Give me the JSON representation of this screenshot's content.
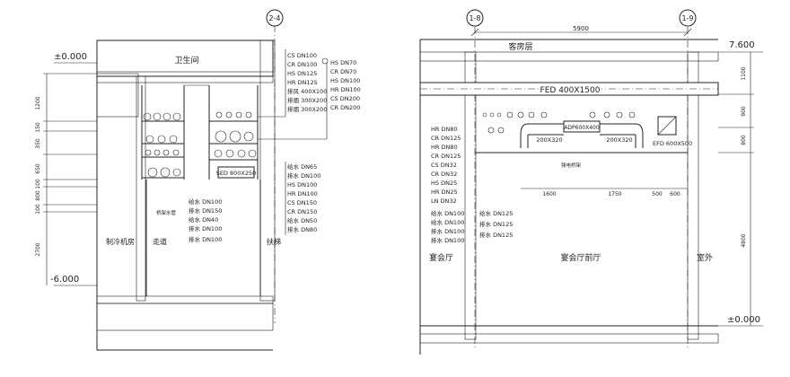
{
  "left_section": {
    "grid_label": "2-4",
    "room_labels": {
      "toilet": "卫生间",
      "refrigeration_room": "制冷机房",
      "corridor": "走道",
      "stair": "扶梯"
    },
    "elevations": {
      "top": "±0.000",
      "bottom": "-6.000"
    },
    "dimensions": [
      "1200",
      "150",
      "350",
      "650",
      "100",
      "800",
      "100",
      "2700"
    ],
    "top_pipe_tags": [
      "CS DN100",
      "CR DN100",
      "HS DN125",
      "HR DN125",
      "排风 400X100",
      "排烟 300X200",
      "排烟 300X200"
    ],
    "right_pipe_tags": [
      "HS DN70",
      "CR DN70",
      "HS DN100",
      "HR DN100",
      "CS DN200",
      "CR DN200"
    ],
    "duct_label": "SED 800X250",
    "mid_pipe_tags": [
      "给水 DN65",
      "排水 DN100",
      "HS DN100",
      "HR DN100",
      "CS DN150",
      "CR DN150",
      "给水 DN50",
      "排水 DN80"
    ],
    "lower_left_tags": [
      "给水 DN100",
      "排水 DN150",
      "给水 DN40",
      "排水 DN100",
      "排水 DN100"
    ],
    "small_note": "桥架水管"
  },
  "right_section": {
    "grid_left": "1-8",
    "grid_right": "1-9",
    "top_dimension": "5900",
    "room_labels": {
      "guest_floor": "客房层",
      "banquet_hall": "宴会厅",
      "banquet_foyer": "宴会厅前厅",
      "outdoor": "室外"
    },
    "elevations": {
      "top": "7.600",
      "bottom": "±0.000"
    },
    "dimensions": [
      "1100",
      "900",
      "800",
      "4800"
    ],
    "duct_main": "FED 400X1500",
    "duct_labels": [
      "200X320",
      "200X320",
      "ADP600X400",
      "EFD 600X500"
    ],
    "tray_note": "强电桥架",
    "pipe_tags": [
      "HR DN80",
      "CR DN125",
      "HR DN80",
      "CR DN125",
      "CS DN32",
      "CR DN32",
      "HS DN25",
      "HR DN25",
      "LN DN32",
      "给水 DN100",
      "给水 DN100",
      "排水 DN100",
      "排水 DN100"
    ],
    "pipe_tags_right": [
      "给水 DN125",
      "排水 DN125",
      "排水 DN125"
    ],
    "spacing_dims": [
      "1600",
      "1750",
      "500",
      "600"
    ]
  }
}
